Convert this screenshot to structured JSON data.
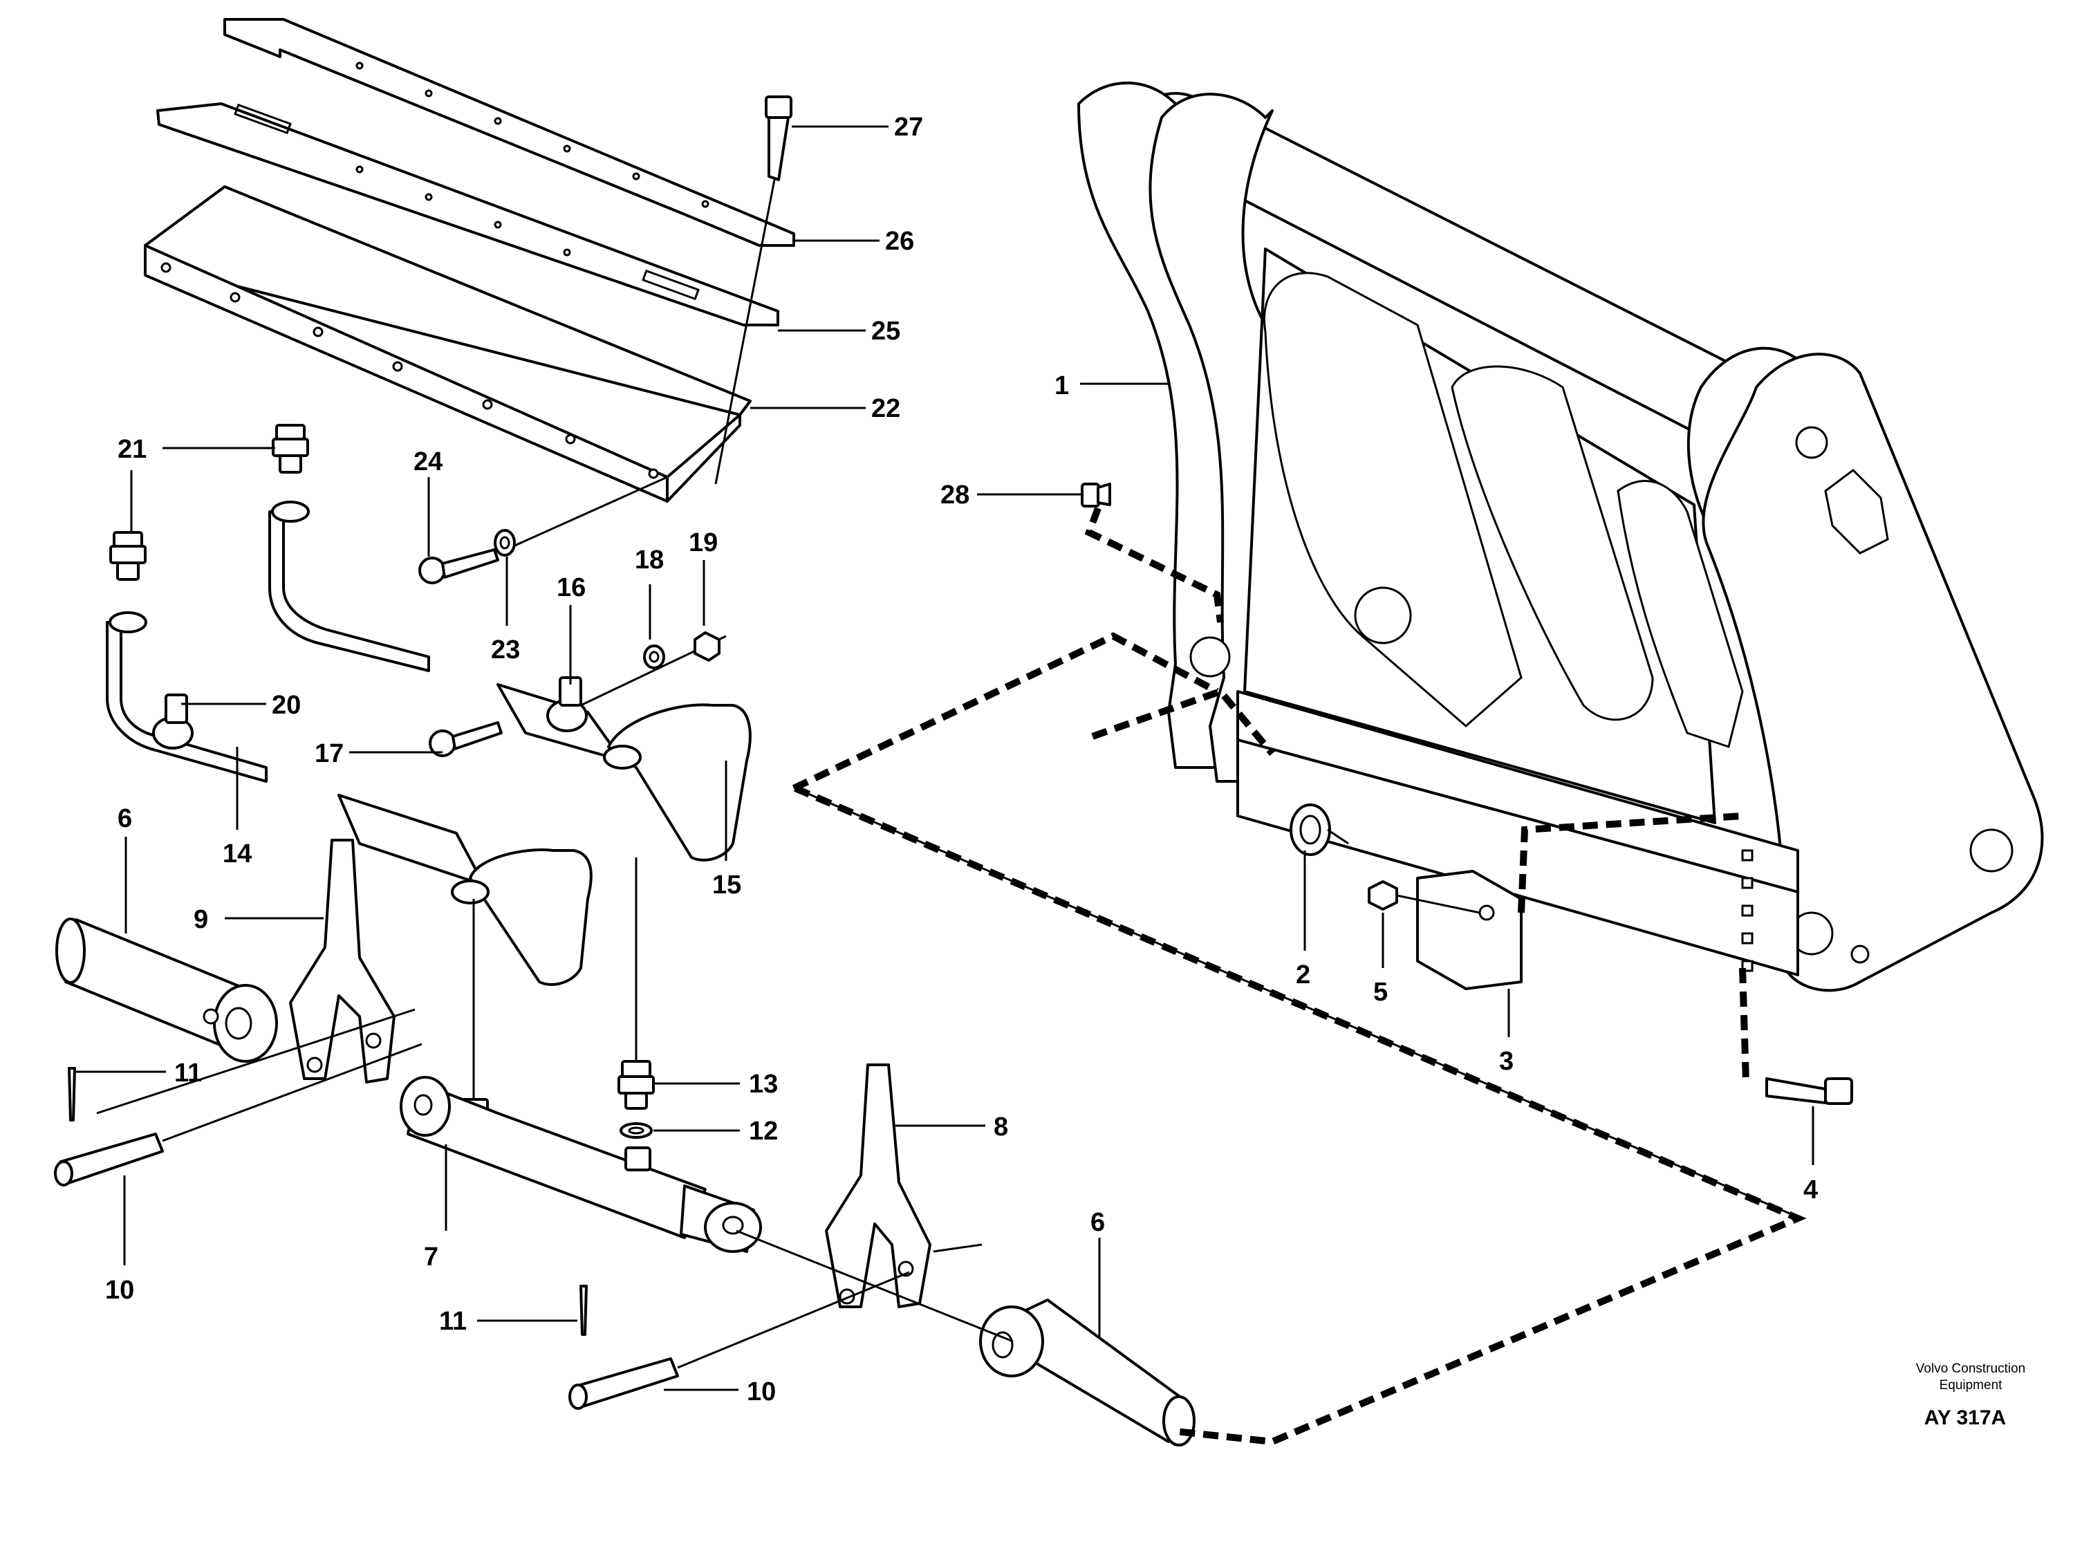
{
  "callouts": [
    {
      "id": "c1",
      "text": "1"
    },
    {
      "id": "c2",
      "text": "2"
    },
    {
      "id": "c3",
      "text": "3"
    },
    {
      "id": "c4",
      "text": "4"
    },
    {
      "id": "c5",
      "text": "5"
    },
    {
      "id": "c6a",
      "text": "6"
    },
    {
      "id": "c6b",
      "text": "6"
    },
    {
      "id": "c7",
      "text": "7"
    },
    {
      "id": "c8",
      "text": "8"
    },
    {
      "id": "c9",
      "text": "9"
    },
    {
      "id": "c10a",
      "text": "10"
    },
    {
      "id": "c10b",
      "text": "10"
    },
    {
      "id": "c11a",
      "text": "11"
    },
    {
      "id": "c11b",
      "text": "11"
    },
    {
      "id": "c12",
      "text": "12"
    },
    {
      "id": "c13",
      "text": "13"
    },
    {
      "id": "c14",
      "text": "14"
    },
    {
      "id": "c15",
      "text": "15"
    },
    {
      "id": "c16",
      "text": "16"
    },
    {
      "id": "c17",
      "text": "17"
    },
    {
      "id": "c18",
      "text": "18"
    },
    {
      "id": "c19",
      "text": "19"
    },
    {
      "id": "c20",
      "text": "20"
    },
    {
      "id": "c21",
      "text": "21"
    },
    {
      "id": "c22",
      "text": "22"
    },
    {
      "id": "c23",
      "text": "23"
    },
    {
      "id": "c24",
      "text": "24"
    },
    {
      "id": "c25",
      "text": "25"
    },
    {
      "id": "c26",
      "text": "26"
    },
    {
      "id": "c27",
      "text": "27"
    },
    {
      "id": "c28",
      "text": "28"
    }
  ],
  "caption": {
    "line1": "Volvo Construction",
    "line2": "Equipment",
    "code": "AY 317A"
  }
}
